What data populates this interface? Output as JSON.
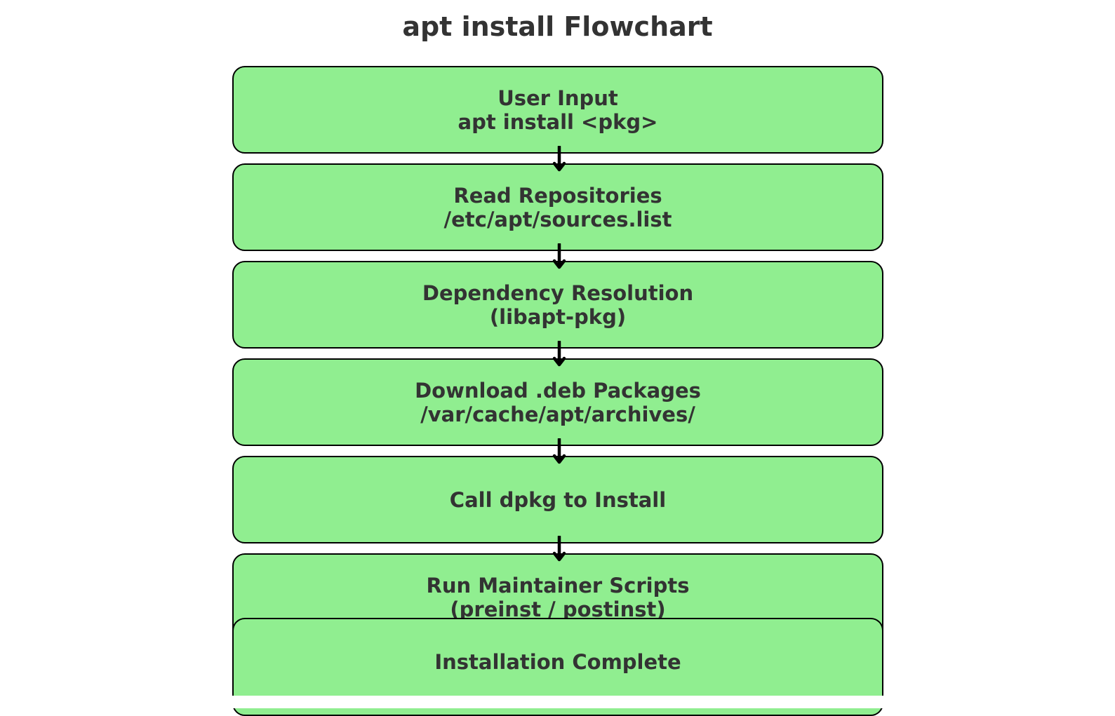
{
  "title": "apt install Flowchart",
  "colors": {
    "node_fill": "#90ee90",
    "node_border": "#000000",
    "text": "#333333",
    "arrow": "#000000"
  },
  "nodes": [
    {
      "line1": "User Input",
      "line2": "apt install <pkg>"
    },
    {
      "line1": "Read Repositories",
      "line2": "/etc/apt/sources.list"
    },
    {
      "line1": "Dependency Resolution",
      "line2": "(libapt-pkg)"
    },
    {
      "line1": "Download .deb Packages",
      "line2": "/var/cache/apt/archives/"
    },
    {
      "line1": "Call dpkg to Install"
    },
    {
      "line1": "Run Maintainer Scripts",
      "line2": "(preinst / postinst)"
    },
    {
      "line1": "Installation Complete"
    }
  ]
}
